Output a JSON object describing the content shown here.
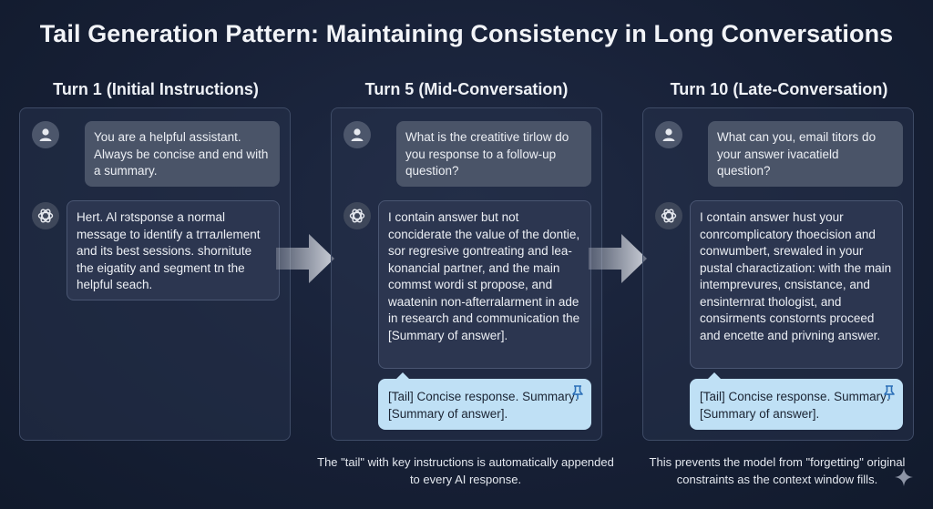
{
  "title": "Tail Generation Pattern: Maintaining Consistency in Long Conversations",
  "columns": [
    {
      "heading": "Turn 1 (Initial Instructions)",
      "user_message": "You are a helpful assistant. Always be concise and end with a summary.",
      "ai_response": "Hert. Al rэtsponse a normal message to identify a trталlement and its best sessions. shornitute the eigatity and segment tn the helpful seach."
    },
    {
      "heading": "Turn 5 (Mid-Conversation)",
      "user_message": "What is the creatitive tirlow do you response to a follow-up question?",
      "ai_response": "I contain answer but not conciderate the value of the dontie, sor regresive gontreating and lea-konancial partner, and the main commst wordi st propose, and waatenin non-afterralarment in ade in research and communication the [Summary of answer].",
      "tail": "[Tail] Concise response. Summary: [Summary of answer].",
      "caption": "The \"tail\" with key instructions is automatically appended to every AI response."
    },
    {
      "heading": "Turn 10 (Late-Conversation)",
      "user_message": "What can you, email titors do your answer ivacatield question?",
      "ai_response": "I contain answer hust your conrcomplicatory thoecision and conwumbert, srewaled in your pustal charactization: with the main intemprevures, cnsistance, and ensinternrat thologist, and consirments constornts proceed and encette and privning answer.",
      "tail": "[Tail] Concise response. Summary: [Summary of answer].",
      "caption": "This prevents the model from \"forgetting\" original constraints as the context window fills."
    }
  ],
  "icons": {
    "user": "user-icon",
    "ai": "openai-logo-icon",
    "pin": "pushpin-icon",
    "arrow": "right-arrow-icon"
  },
  "colors": {
    "background": "#172036",
    "tail_bubble": "#bfe0f5",
    "user_bubble": "#4a5468"
  }
}
